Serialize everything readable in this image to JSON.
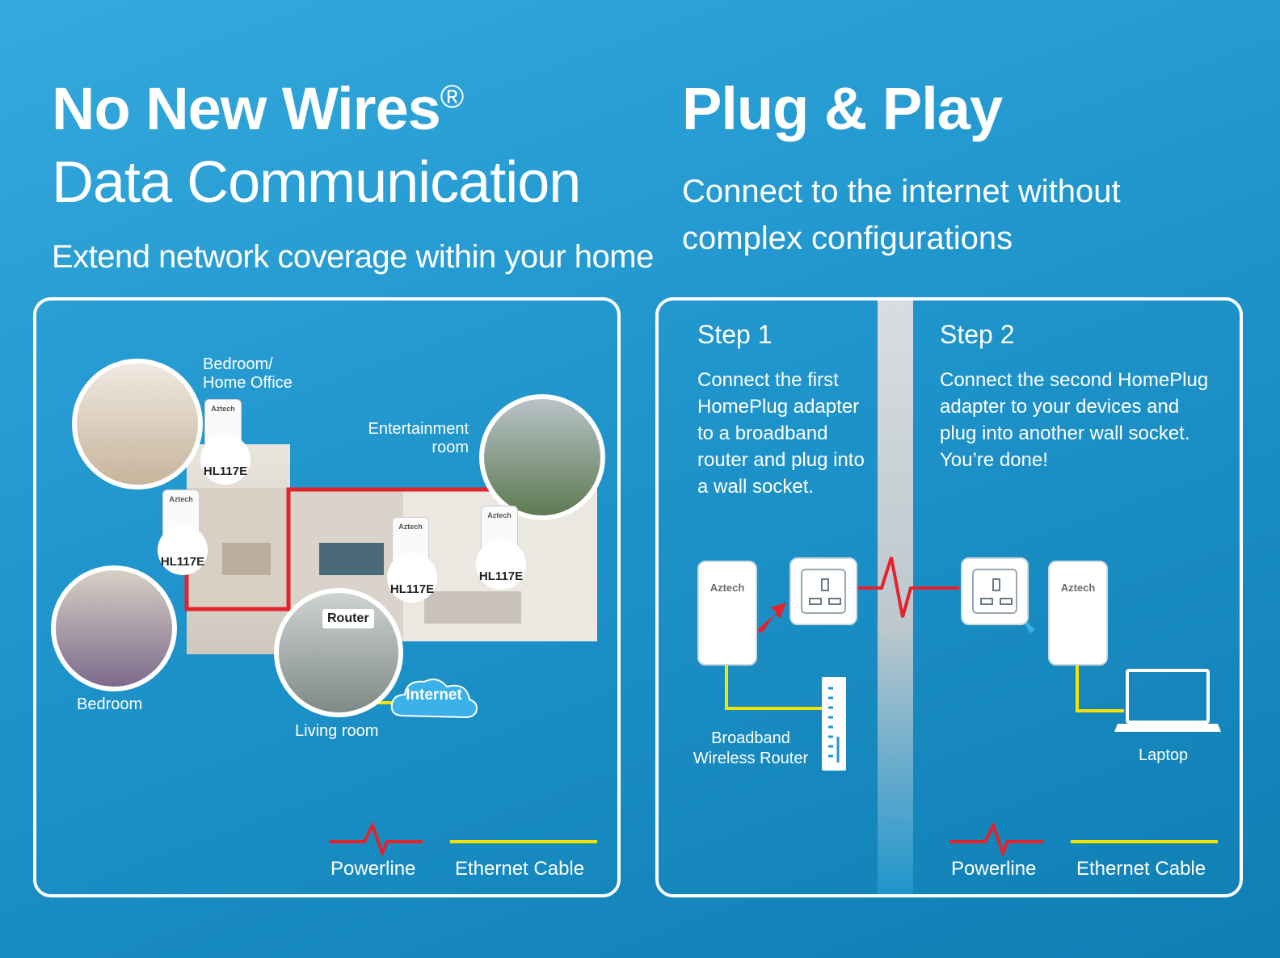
{
  "left": {
    "title_line1": "No New Wires",
    "title_reg": "®",
    "title_line2": "Data Communication",
    "subtitle": "Extend network coverage within your home",
    "labels": {
      "bedroom_office": "Bedroom/\nHome Office",
      "entertainment": "Entertainment\nroom",
      "bedroom": "Bedroom",
      "living_room": "Living room",
      "router": "Router",
      "internet": "Internet"
    },
    "adapter_brand": "Aztech",
    "model": "HL117E",
    "legend": {
      "powerline": "Powerline",
      "ethernet": "Ethernet Cable"
    }
  },
  "right": {
    "title": "Plug & Play",
    "subtitle": "Connect to the internet without complex configurations",
    "step1": {
      "title": "Step 1",
      "text": "Connect the first HomePlug adapter to a broadband router and plug into a wall socket."
    },
    "step2": {
      "title": "Step 2",
      "text": "Connect the second HomePlug adapter to your devices and plug into another wall socket. You’re done!"
    },
    "adapter_brand": "Aztech",
    "router_label": "Broadband\nWireless Router",
    "laptop_label": "Laptop",
    "legend": {
      "powerline": "Powerline",
      "ethernet": "Ethernet Cable"
    }
  },
  "colors": {
    "powerline": "#e3232b",
    "ethernet": "#f5e400",
    "background": "#1f95cc"
  }
}
